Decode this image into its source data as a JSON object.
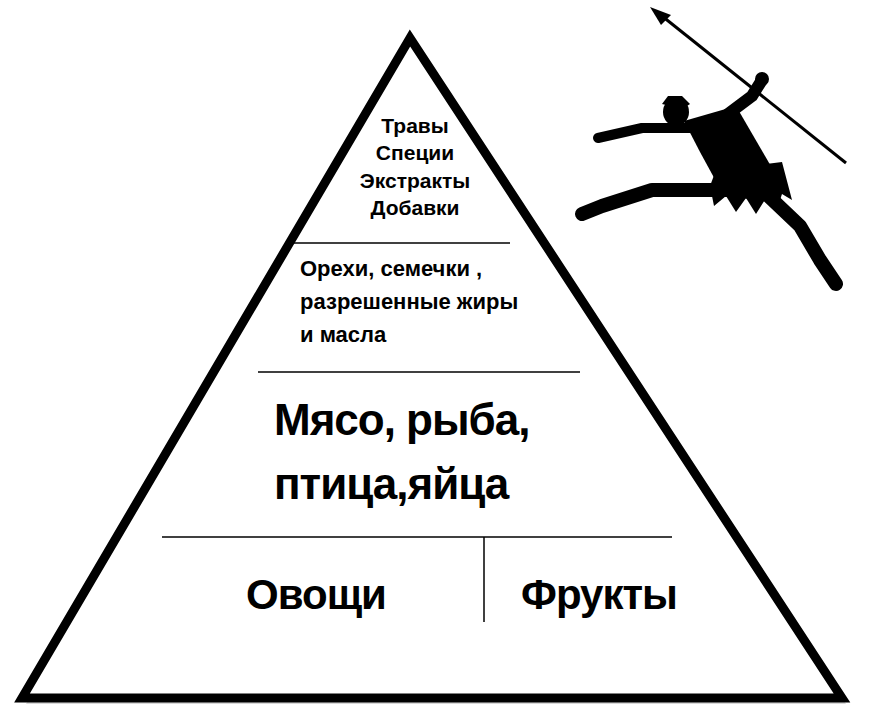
{
  "diagram": {
    "nodes": [
      {
        "text": [
          "Травы",
          "Специи",
          "Экстракты",
          "Добавки"
        ]
      },
      {
        "text": [
          "Орехи, семечки , разрешенные жиры и масла"
        ]
      },
      {
        "text": [
          "Мясо, рыба, птица,яйца"
        ]
      },
      {
        "text": [
          "Овощи"
        ]
      },
      {
        "text": [
          "Фрукты"
        ]
      }
    ]
  }
}
